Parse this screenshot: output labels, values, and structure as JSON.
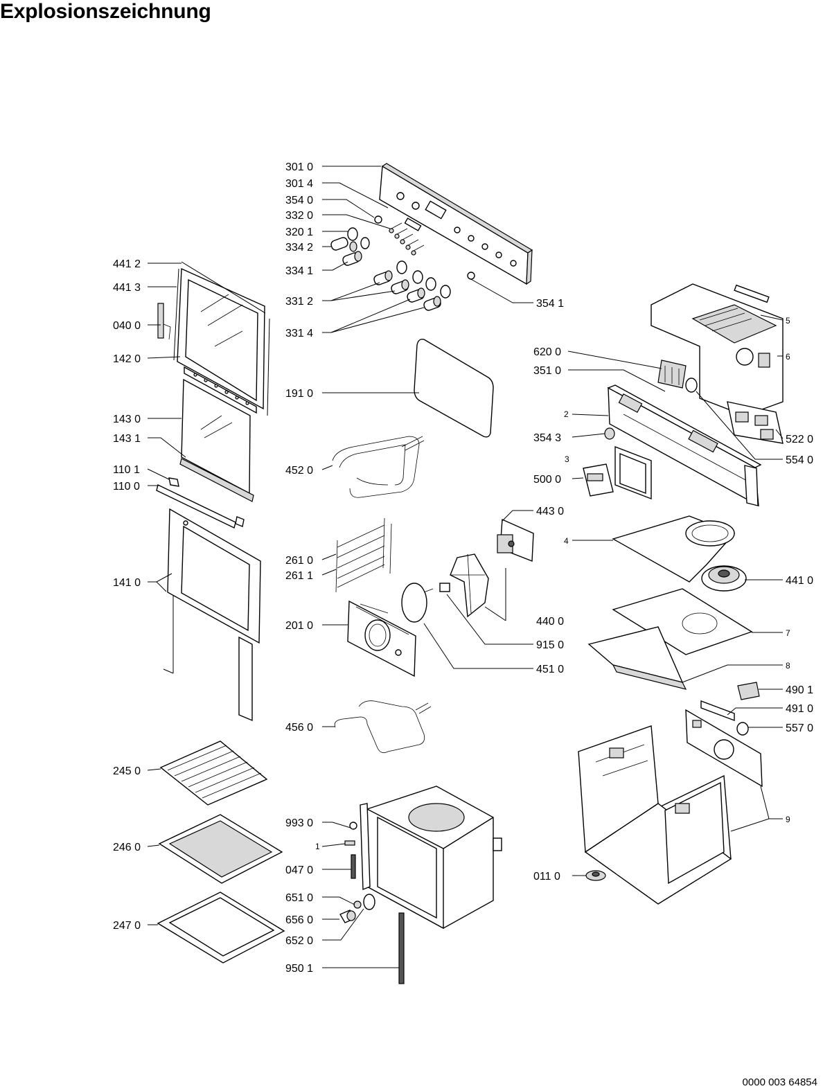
{
  "title": "Explosionszeichnung",
  "doc_number": "0000 003 64854",
  "labels": {
    "p3010": "301 0",
    "p3014": "301 4",
    "p3540": "354 0",
    "p3320": "332 0",
    "p3201": "320 1",
    "p3342": "334 2",
    "p3341": "334 1",
    "p3312": "331 2",
    "p3314": "331 4",
    "p3541": "354 1",
    "p4412": "441 2",
    "p4413": "441 3",
    "p0400": "040 0",
    "p1420": "142 0",
    "p1910": "191 0",
    "p1430": "143 0",
    "p1431": "143 1",
    "p1101": "110 1",
    "p1100": "110 0",
    "p4520": "452 0",
    "p1410": "141 0",
    "p2610": "261 0",
    "p2611": "261 1",
    "p2010": "201 0",
    "p4430": "443 0",
    "p4400": "440 0",
    "p9150": "915 0",
    "p4510": "451 0",
    "p4560": "456 0",
    "p2450": "245 0",
    "p2460": "246 0",
    "p2470": "247 0",
    "p9930": "993 0",
    "p1": "1",
    "p0470": "047 0",
    "p6510": "651 0",
    "p6560": "656 0",
    "p6520": "652 0",
    "p9501": "950 1",
    "p5": "5",
    "p6": "6",
    "p6200": "620 0",
    "p3510": "351 0",
    "p2": "2",
    "p3543": "354 3",
    "p5220": "522 0",
    "p5540": "554 0",
    "p3": "3",
    "p5000": "500 0",
    "p4": "4",
    "p4410": "441 0",
    "p7": "7",
    "p8": "8",
    "p4901": "490 1",
    "p4910": "491 0",
    "p5570": "557 0",
    "p9": "9",
    "p0110": "011 0"
  }
}
